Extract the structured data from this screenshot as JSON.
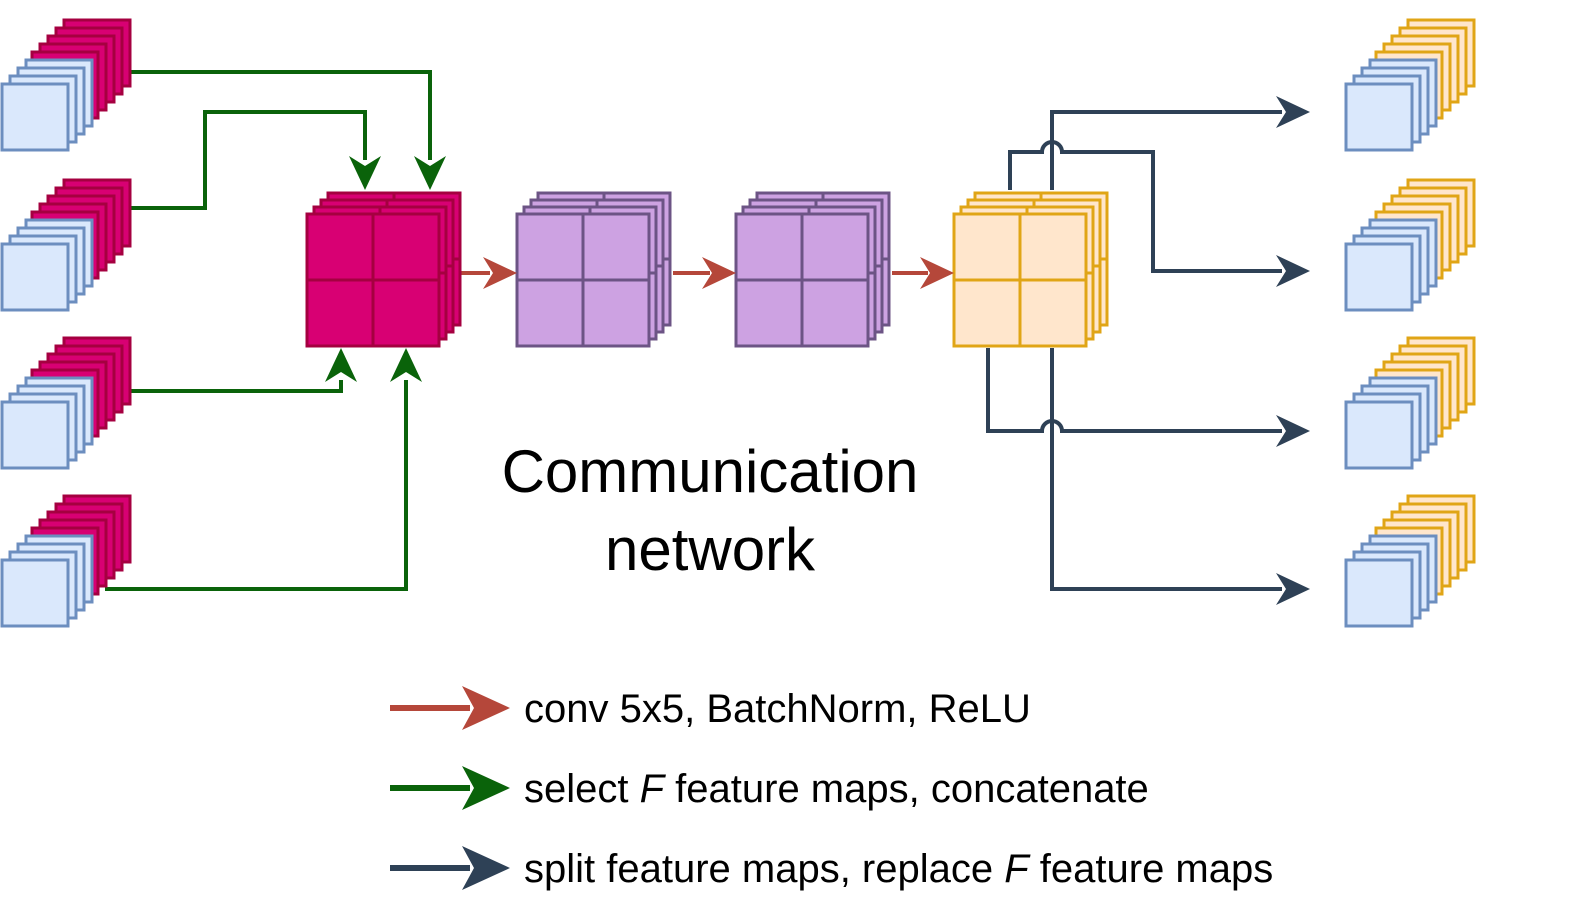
{
  "title": {
    "line1": "Communication",
    "line2": "network"
  },
  "legend": [
    {
      "color": "#b5473a",
      "parts": [
        {
          "text": "conv 5x5, BatchNorm, ReLU",
          "italic": false
        }
      ]
    },
    {
      "color": "#0a630a",
      "parts": [
        {
          "text": "select ",
          "italic": false
        },
        {
          "text": "F",
          "italic": true
        },
        {
          "text": " feature maps, concatenate",
          "italic": false
        }
      ]
    },
    {
      "color": "#2e4156",
      "parts": [
        {
          "text": "split feature maps, replace ",
          "italic": false
        },
        {
          "text": "F",
          "italic": true
        },
        {
          "text": " feature maps",
          "italic": false
        }
      ]
    }
  ],
  "colors": {
    "input_local": "#dae8fc",
    "input_local_stroke": "#6c8ebf",
    "input_comm": "#d80073",
    "input_comm_stroke": "#a50040",
    "concat_block": "#d80073",
    "hidden_block": "#cda2e2",
    "hidden_block_stroke": "#6c5485",
    "output_comm": "#ffe6cc",
    "output_comm_stroke": "#e0a516",
    "arrow_conv": "#b5473a",
    "arrow_select": "#0a630a",
    "arrow_split": "#2e4156"
  }
}
